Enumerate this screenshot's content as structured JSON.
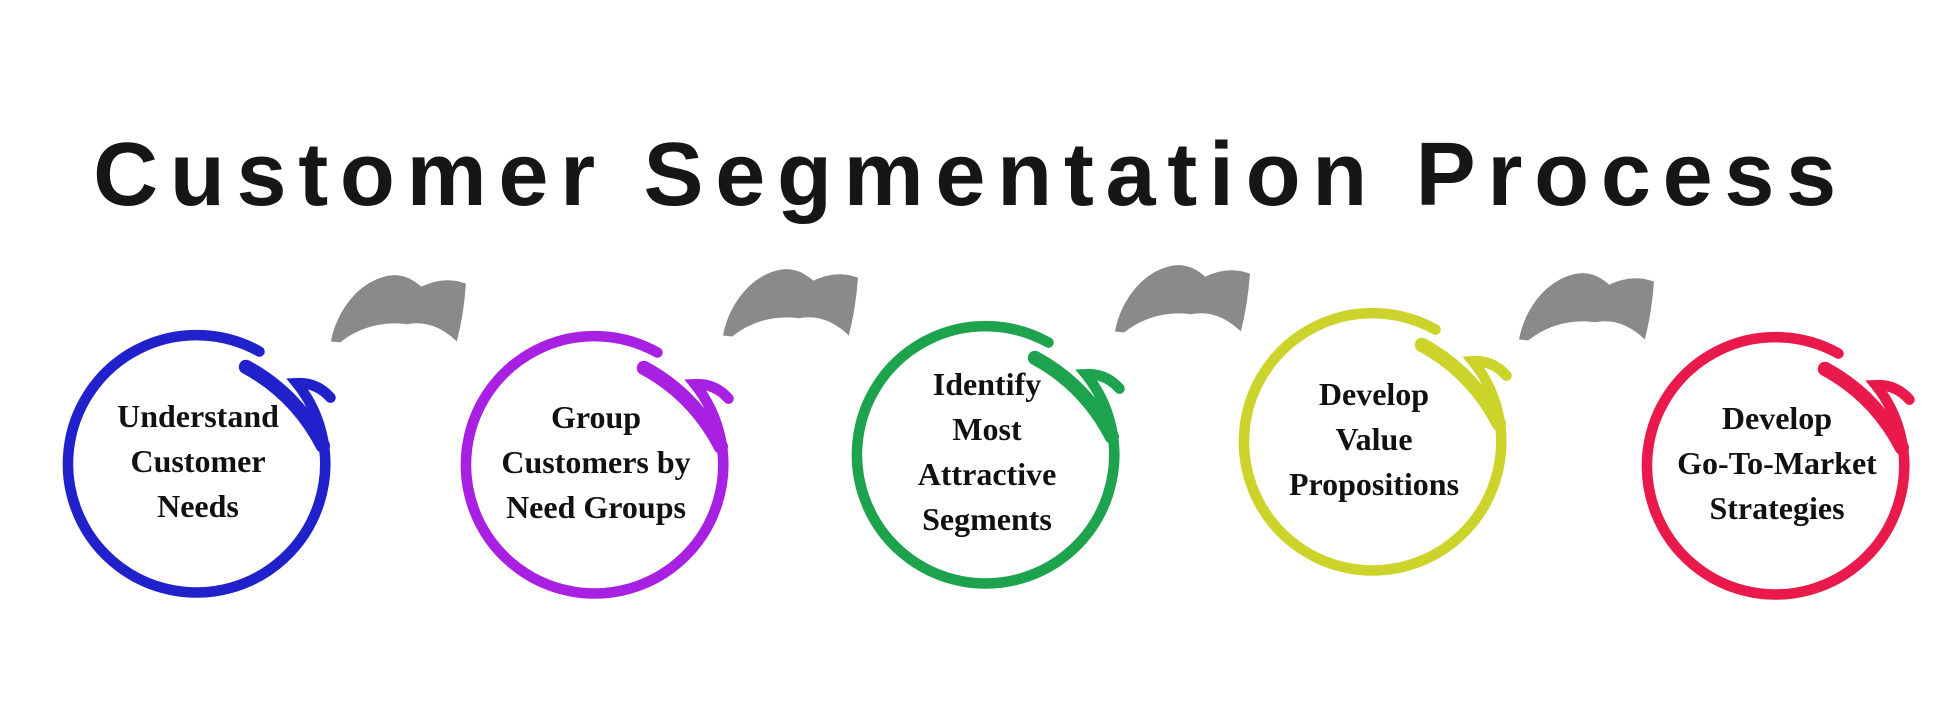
{
  "title": "Customer Segmentation Process",
  "steps": [
    {
      "label": "Understand\nCustomer\nNeeds",
      "color": "#2121cc"
    },
    {
      "label": "Group\nCustomers by\nNeed Groups",
      "color": "#a821e3"
    },
    {
      "label": "Identify\nMost\nAttractive\nSegments",
      "color": "#1da34d"
    },
    {
      "label": "Develop\nValue\nPropositions",
      "color": "#ccd32b"
    },
    {
      "label": "Develop\nGo-To-Market\nStrategies",
      "color": "#e91a4b"
    }
  ],
  "arrow": {
    "icon": "curved-arrow-icon",
    "color": "#8a8a8a"
  },
  "background_color": "#ffffff",
  "title_color": "#161616",
  "label_text_color": "#111111"
}
